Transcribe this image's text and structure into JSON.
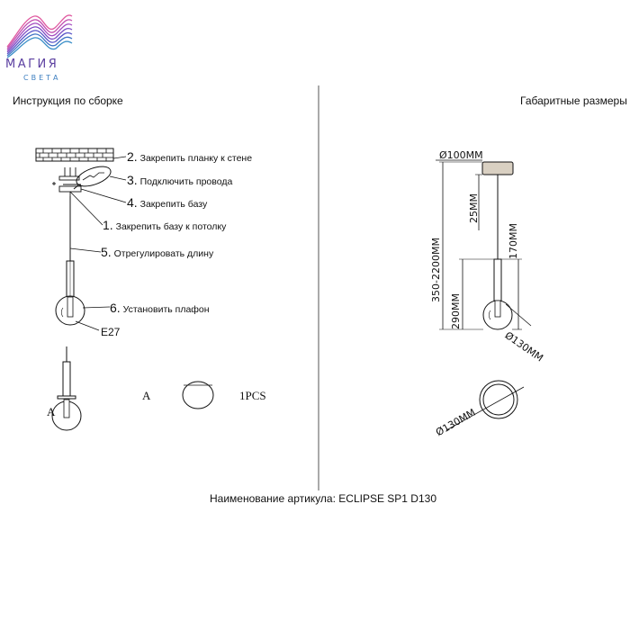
{
  "logo": {
    "brand": "МАГИЯ",
    "sub": "СВЕТА"
  },
  "left_title": "Инструкция по сборке",
  "right_title": "Габаритные размеры",
  "steps": [
    {
      "num": "2.",
      "text": "Закрепить планку к стене"
    },
    {
      "num": "3.",
      "text": "Подключить провода"
    },
    {
      "num": "4.",
      "text": "Закрепить базу"
    },
    {
      "num": "1.",
      "text": "Закрепить базу к потолку"
    },
    {
      "num": "5.",
      "text": "Отрегулировать длину"
    },
    {
      "num": "6.",
      "text": "Установить плафон"
    }
  ],
  "socket": "E27",
  "parts": {
    "label_a": "A",
    "label_a2": "A",
    "qty": "1PCS"
  },
  "dimensions": {
    "base": "Ø100MM",
    "base_height": "25MM",
    "total": "350-2200MM",
    "lamp_height": "170MM",
    "lower": "290MM",
    "globe": "Ø130MM",
    "globe_top": "Ø130MM"
  },
  "footer": "Наименование артикула: ECLIPSE SP1 D130",
  "colors": {
    "line": "#111111",
    "logo_purple": "#5b3fa0",
    "logo_blue": "#3d7fc0",
    "base_fill": "#d9d0c2"
  }
}
